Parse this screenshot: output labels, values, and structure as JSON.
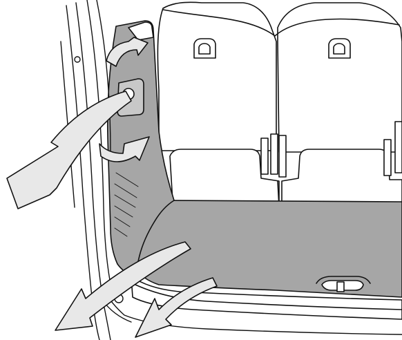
{
  "illustration": {
    "subject": "",
    "colors": {
      "line": "#111111",
      "panel_fill": "#a6a6a6",
      "arrow_fill": "#e8e8e8",
      "background": "#ffffff",
      "seat_fill": "#ffffff"
    },
    "arrows": [
      {
        "name": "upper-curved-arrow",
        "direction": "clockwise-curve"
      },
      {
        "name": "side-panel-long-arrow",
        "direction": "down-left"
      },
      {
        "name": "mid-curved-arrow",
        "direction": "clockwise-curve"
      },
      {
        "name": "floor-left-arrow",
        "direction": "down-left"
      },
      {
        "name": "floor-right-arrow",
        "direction": "down-left"
      }
    ]
  }
}
